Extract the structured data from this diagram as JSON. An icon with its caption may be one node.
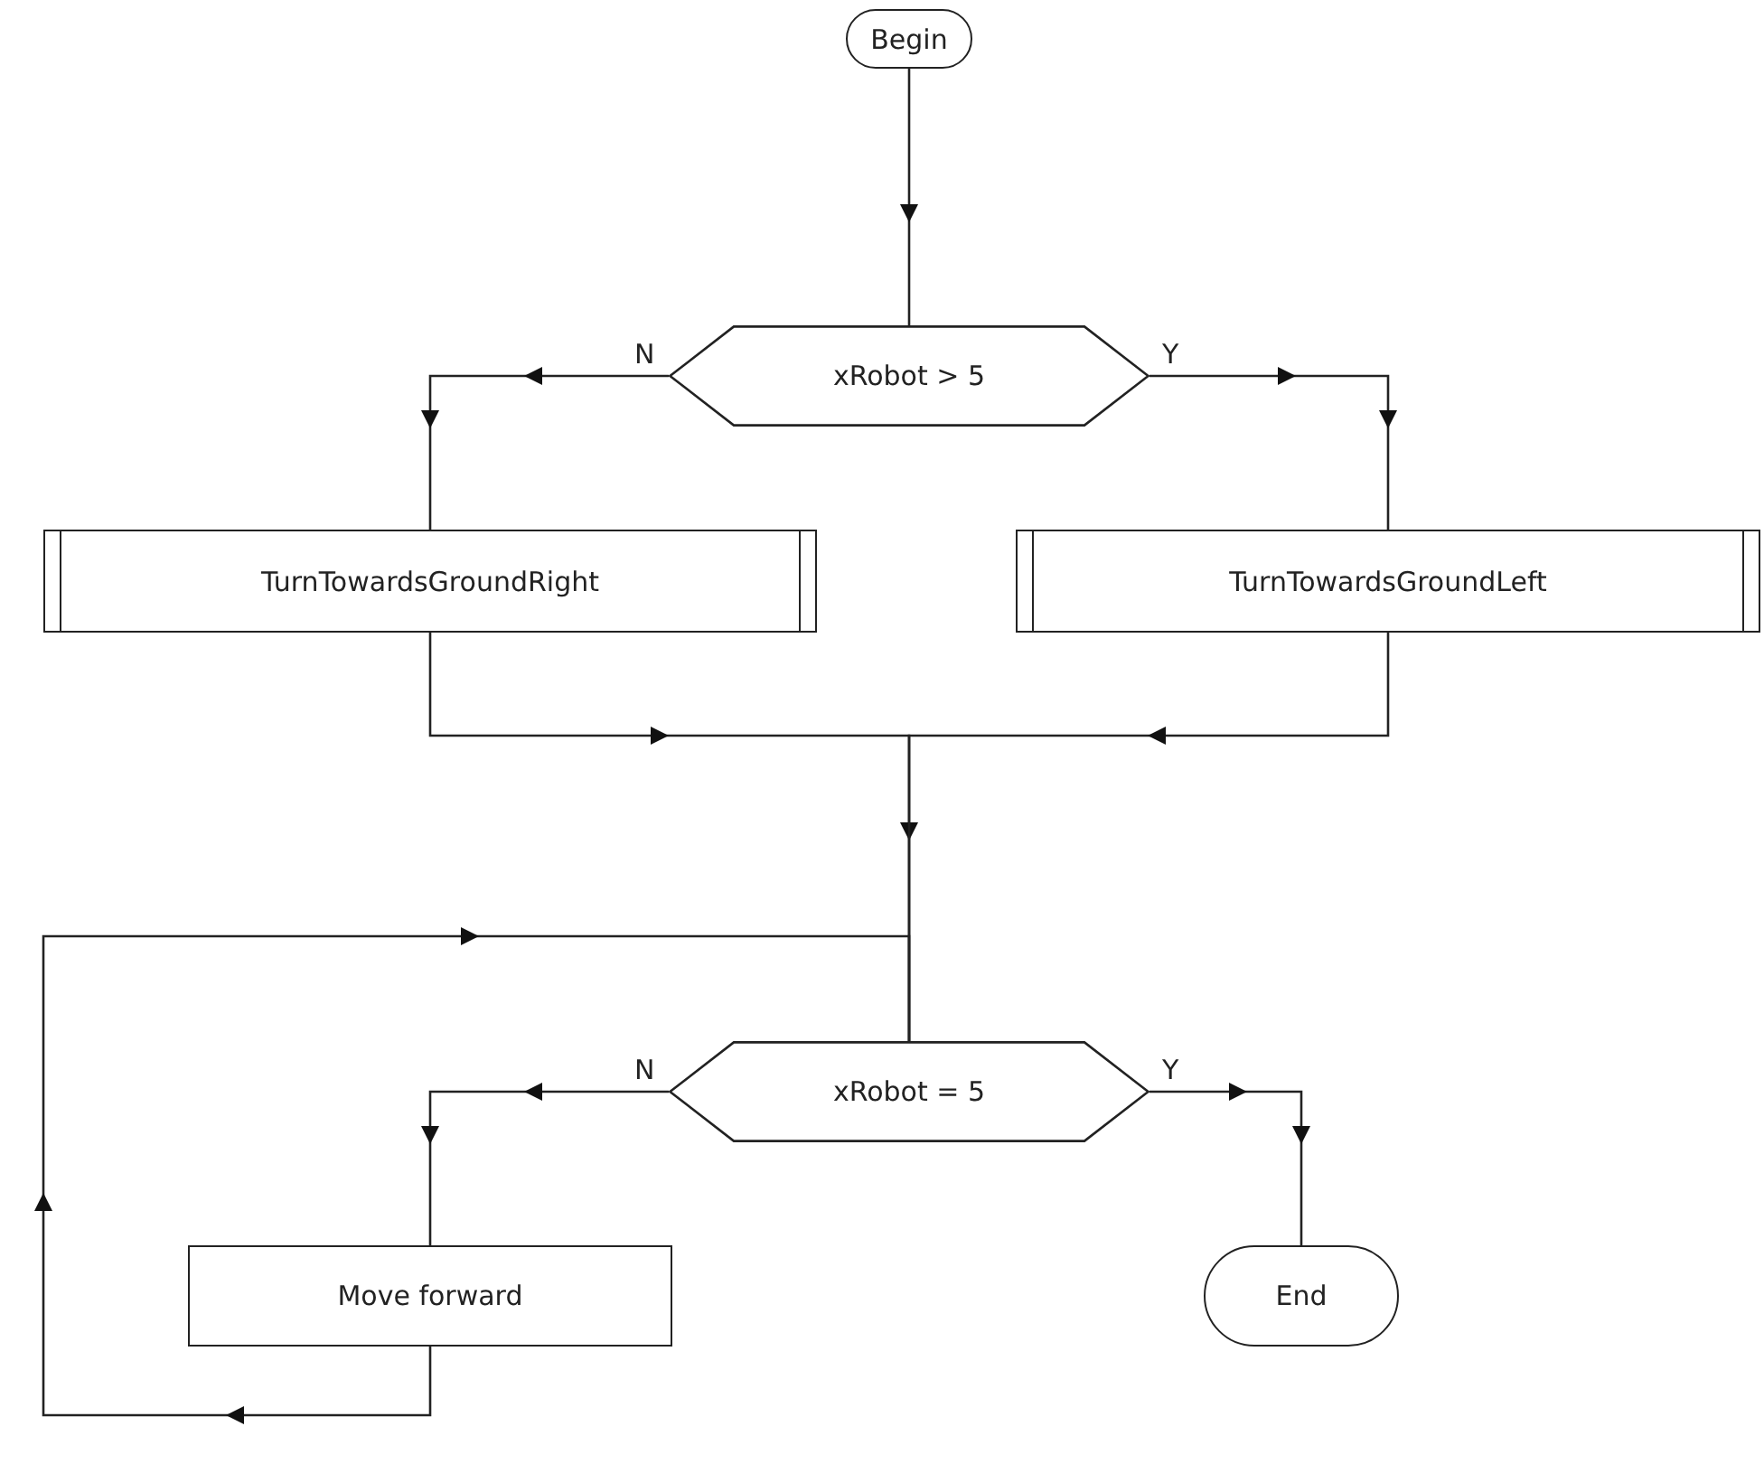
{
  "diagram": {
    "nodes": [
      {
        "text": [
          "Begin"
        ]
      },
      {
        "text": [
          "xRobot > 5"
        ]
      },
      {
        "text": [
          "TurnTowardsGroundRight"
        ]
      },
      {
        "text": [
          "TurnTowardsGroundLeft"
        ]
      },
      {
        "text": [
          "xRobot = 5"
        ]
      },
      {
        "text": [
          "Move forward"
        ]
      },
      {
        "text": [
          "End"
        ]
      }
    ],
    "edges": [
      {
        "from": 0,
        "to": 1,
        "arrow": "to"
      },
      {
        "from": 1,
        "to": 2,
        "arrow": "to",
        "label": "N"
      },
      {
        "from": 1,
        "to": 3,
        "arrow": "to",
        "label": "Y"
      },
      {
        "from": 2,
        "to": 4,
        "arrow": "to"
      },
      {
        "from": 3,
        "to": 4,
        "arrow": "to"
      },
      {
        "from": 4,
        "to": 5,
        "arrow": "to",
        "label": "N"
      },
      {
        "from": 4,
        "to": 6,
        "arrow": "to",
        "label": "Y"
      },
      {
        "from": 5,
        "to": 4,
        "arrow": "to"
      }
    ]
  }
}
